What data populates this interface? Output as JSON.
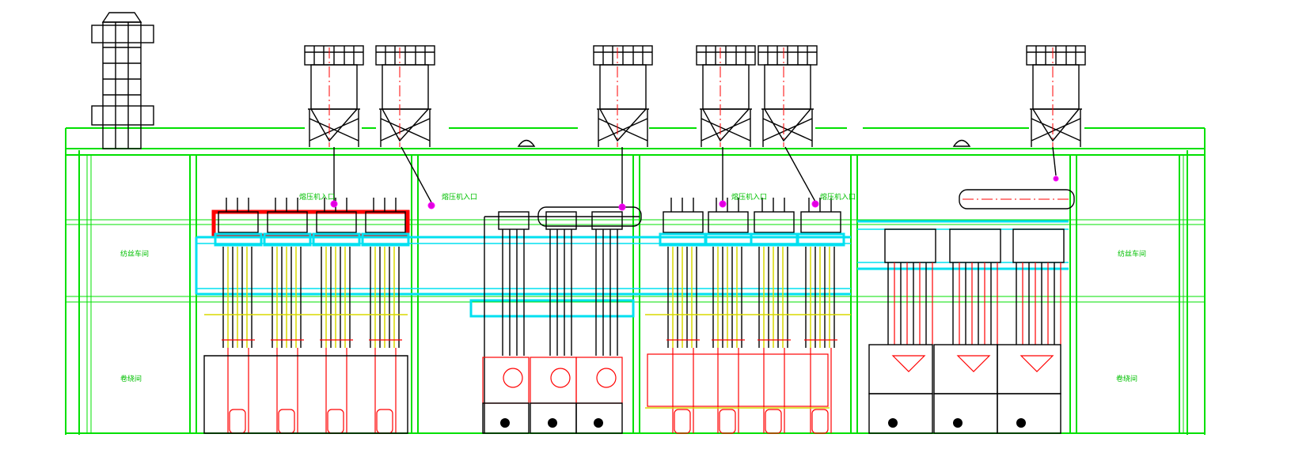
{
  "labels": {
    "spinning_left": "纺丝车间",
    "spinning_right": "纺丝车间",
    "winding_left": "卷绕间",
    "winding_right": "卷绕间",
    "inlet_1": "熔压机入口",
    "inlet_2": "熔压机入口",
    "inlet_3": "熔压机入口",
    "inlet_4": "熔压机入口"
  },
  "colors": {
    "wall": "#00e000",
    "equipment": "#000000",
    "process": "#ff0000",
    "duct": "#00e0f0",
    "marker": "#e000e0",
    "accent": "#d8d800"
  }
}
